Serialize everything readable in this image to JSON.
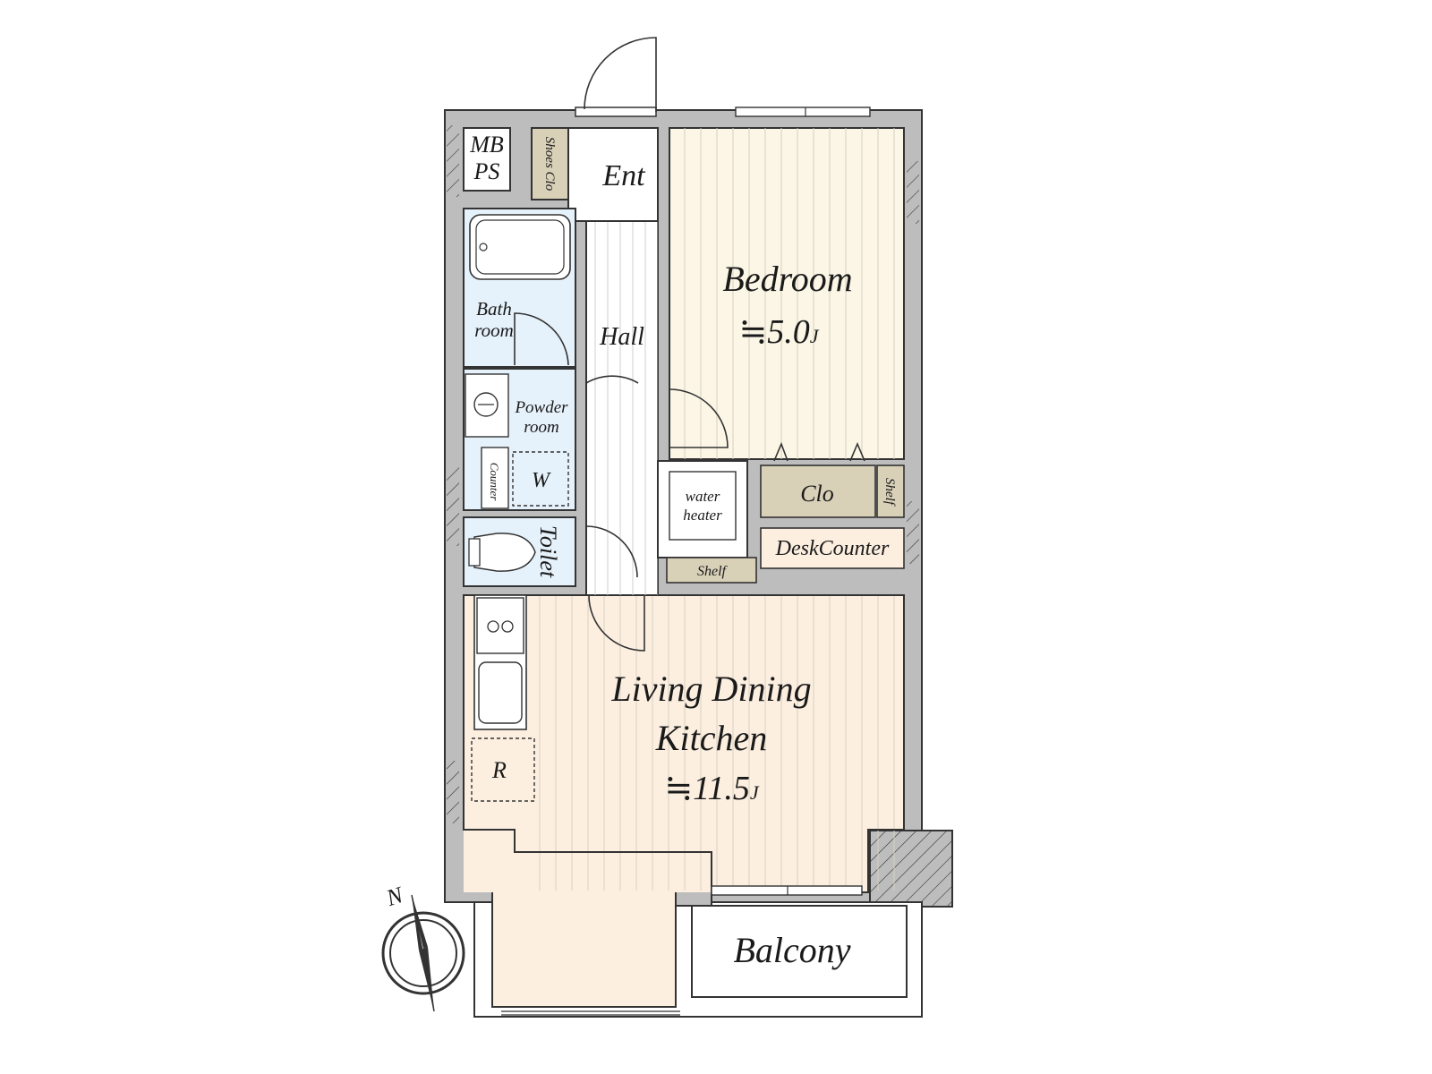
{
  "rooms": {
    "mbps_line1": "MB",
    "mbps_line2": "PS",
    "shoes_clo": "Shoes Clo",
    "entrance": "Ent",
    "bathroom_line1": "Bath",
    "bathroom_line2": "room",
    "hall": "Hall",
    "powder_line1": "Powder",
    "powder_line2": "room",
    "counter": "Counter",
    "washer": "W",
    "toilet": "Toilet",
    "bedroom": "Bedroom",
    "bedroom_size": "≒5.0",
    "bedroom_unit": "J",
    "water_heater_line1": "water",
    "water_heater_line2": "heater",
    "closet": "Clo",
    "shelf_small": "Shelf",
    "desk_counter": "DeskCounter",
    "shelf_bottom": "Shelf",
    "ldk_line1": "Living Dining",
    "ldk_line2": "Kitchen",
    "ldk_size": "≒11.5",
    "ldk_unit": "J",
    "refrigerator": "R",
    "balcony": "Balcony",
    "compass": "N"
  },
  "colors": {
    "wall": "#bdbdbd",
    "wet_area": "#e6f2fb",
    "bedroom_floor": "#fbf6e6",
    "ldk_floor": "#fcefe0",
    "hall_floor": "#ffffff",
    "storage": "#d9d0b8",
    "outline": "#333333"
  }
}
